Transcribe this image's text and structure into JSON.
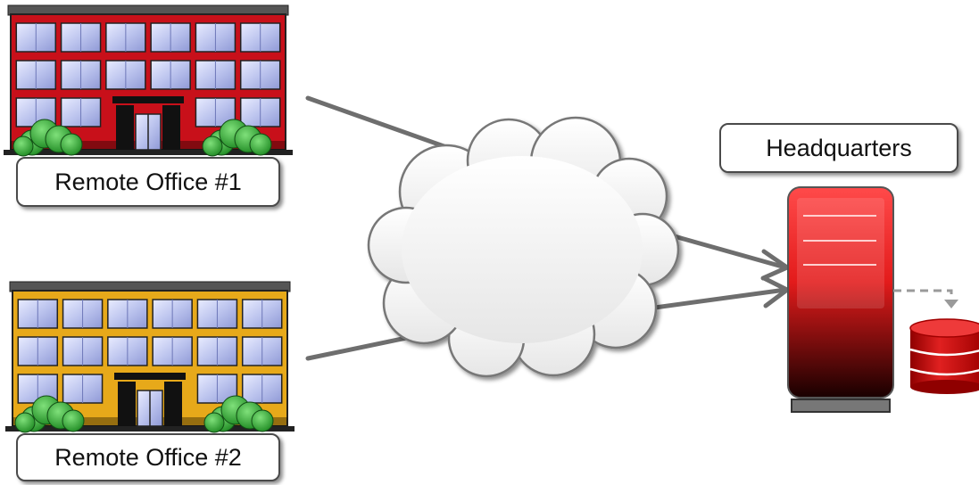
{
  "diagram": {
    "nodes": {
      "office1": {
        "label": "Remote Office #1",
        "color": "#c8101a"
      },
      "office2": {
        "label": "Remote Office #2",
        "color": "#e7a91a"
      },
      "hq": {
        "label": "Headquarters",
        "color": "#d41a1a"
      },
      "cloud": {
        "icon": "cloud-icon"
      },
      "database": {
        "icon": "database-icon"
      }
    },
    "edges": [
      {
        "from": "office1",
        "to": "cloud"
      },
      {
        "from": "office2",
        "to": "cloud"
      },
      {
        "from": "cloud",
        "to": "hq"
      },
      {
        "from": "cloud",
        "to": "hq"
      },
      {
        "from": "hq",
        "to": "database",
        "style": "dashed"
      }
    ],
    "colors": {
      "line": "#6e6e6e",
      "window": "#bcc4ee",
      "bush": "#2ea12e"
    }
  }
}
